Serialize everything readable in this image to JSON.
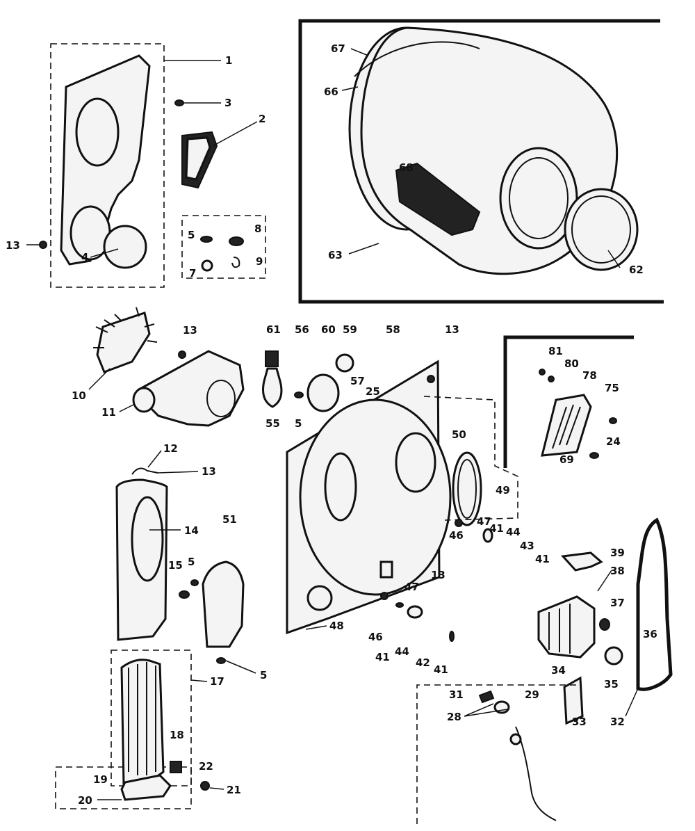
{
  "callouts": [
    {
      "label": "1"
    },
    {
      "label": "3"
    },
    {
      "label": "2"
    },
    {
      "label": "13"
    },
    {
      "label": "4"
    },
    {
      "label": "5"
    },
    {
      "label": "8"
    },
    {
      "label": "7"
    },
    {
      "label": "9"
    },
    {
      "label": "67"
    },
    {
      "label": "66"
    },
    {
      "label": "68"
    },
    {
      "label": "63"
    },
    {
      "label": "62"
    },
    {
      "label": "10"
    },
    {
      "label": "13"
    },
    {
      "label": "11"
    },
    {
      "label": "61"
    },
    {
      "label": "56"
    },
    {
      "label": "60"
    },
    {
      "label": "59"
    },
    {
      "label": "58"
    },
    {
      "label": "13"
    },
    {
      "label": "57"
    },
    {
      "label": "25"
    },
    {
      "label": "55"
    },
    {
      "label": "5"
    },
    {
      "label": "81"
    },
    {
      "label": "80"
    },
    {
      "label": "78"
    },
    {
      "label": "75"
    },
    {
      "label": "24"
    },
    {
      "label": "69"
    },
    {
      "label": "12"
    },
    {
      "label": "13"
    },
    {
      "label": "14"
    },
    {
      "label": "51"
    },
    {
      "label": "15"
    },
    {
      "label": "5"
    },
    {
      "label": "5"
    },
    {
      "label": "50"
    },
    {
      "label": "49"
    },
    {
      "label": "47"
    },
    {
      "label": "41"
    },
    {
      "label": "44"
    },
    {
      "label": "46"
    },
    {
      "label": "43"
    },
    {
      "label": "41"
    },
    {
      "label": "13"
    },
    {
      "label": "47"
    },
    {
      "label": "48"
    },
    {
      "label": "46"
    },
    {
      "label": "41"
    },
    {
      "label": "44"
    },
    {
      "label": "42"
    },
    {
      "label": "41"
    },
    {
      "label": "39"
    },
    {
      "label": "38"
    },
    {
      "label": "37"
    },
    {
      "label": "36"
    },
    {
      "label": "34"
    },
    {
      "label": "35"
    },
    {
      "label": "33"
    },
    {
      "label": "32"
    },
    {
      "label": "31"
    },
    {
      "label": "29"
    },
    {
      "label": "28"
    },
    {
      "label": "17"
    },
    {
      "label": "18"
    },
    {
      "label": "19"
    },
    {
      "label": "20"
    },
    {
      "label": "22"
    },
    {
      "label": "21"
    }
  ]
}
